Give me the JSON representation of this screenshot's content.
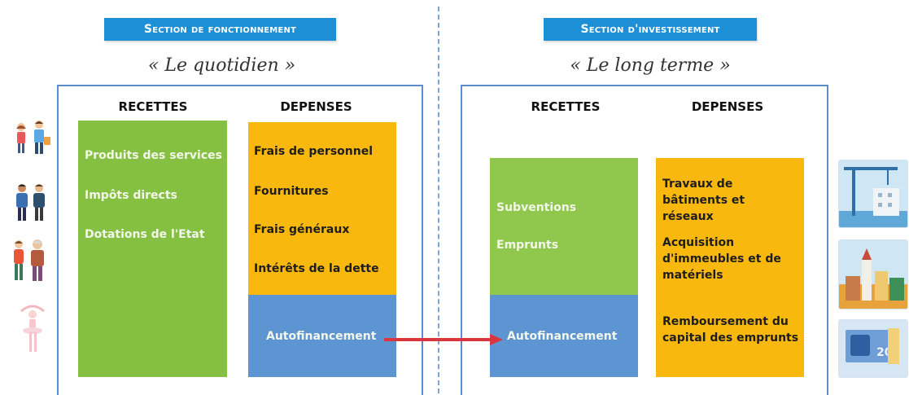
{
  "fonctionnement": {
    "title": "Section de fonctionnement",
    "subtitle": "« Le quotidien »",
    "recettes_heading": "RECETTES",
    "depenses_heading": "DEPENSES",
    "recettes": [
      "Produits des services",
      "Impôts directs",
      "Dotations de l'Etat"
    ],
    "depenses": [
      "Frais de personnel",
      "Fournitures",
      "Frais généraux",
      "Intérêts de la dette"
    ],
    "autofinancement": "Autofinancement"
  },
  "investissement": {
    "title": "Section d'investissement",
    "subtitle": "« Le long terme »",
    "recettes_heading": "RECETTES",
    "depenses_heading": "DEPENSES",
    "recettes": [
      "Subventions",
      "Emprunts"
    ],
    "autofinancement": "Autofinancement",
    "depenses": [
      "Travaux de bâtiments et réseaux",
      "Acquisition d'immeubles et de matériels",
      "Remboursement du capital des emprunts"
    ]
  },
  "colors": {
    "section_blue": "#1c8fd6",
    "green": "#86c042",
    "orange": "#f9b80e",
    "blue_box": "#5d95d3",
    "arrow": "#d9363e"
  },
  "icons": {
    "left": [
      "family-icon",
      "couple-icon",
      "elderly-people-icon",
      "ballet-dancer-icon"
    ],
    "right": [
      "construction-crane-icon",
      "town-buildings-icon",
      "euro-banknote-icon"
    ]
  }
}
